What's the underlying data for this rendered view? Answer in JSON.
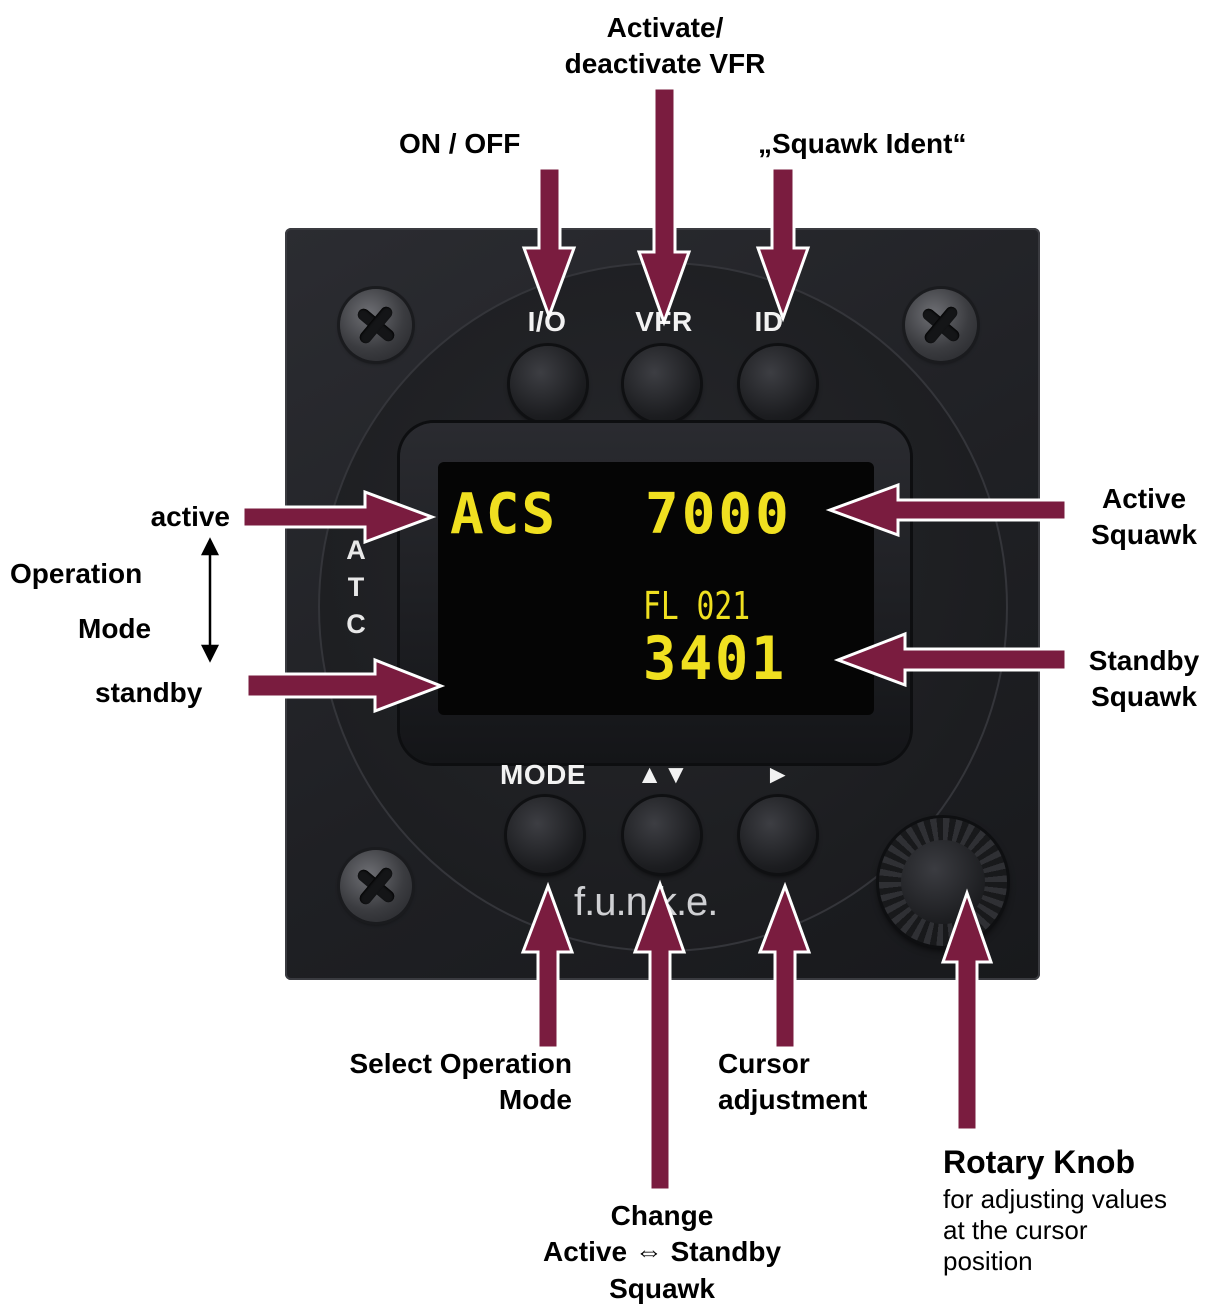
{
  "device": {
    "brand": "f.u.n.k.e.",
    "side_letters": [
      "A",
      "T",
      "C"
    ],
    "top_buttons": [
      {
        "id": "onoff",
        "label": "I/O"
      },
      {
        "id": "vfr",
        "label": "VFR"
      },
      {
        "id": "ident",
        "label": "ID"
      }
    ],
    "bottom_buttons": [
      {
        "id": "mode",
        "label": "MODE"
      },
      {
        "id": "swap",
        "label": "▲▼"
      },
      {
        "id": "cursor",
        "label": "►"
      }
    ],
    "display": {
      "operation_mode": "ACS",
      "active_squawk": "7000",
      "flight_level": "FL 021",
      "standby_squawk": "3401",
      "text_color": "#f0e020"
    }
  },
  "annotations": {
    "on_off": "ON / OFF",
    "vfr_line1": "Activate/",
    "vfr_line2": "deactivate VFR",
    "ident": "„Squawk Ident“",
    "active": "active",
    "operation": "Operation",
    "mode": "Mode",
    "standby": "standby",
    "active_squawk_line1": "Active",
    "active_squawk_line2": "Squawk",
    "standby_squawk_line1": "Standby",
    "standby_squawk_line2": "Squawk",
    "select_mode_line1": "Select Operation",
    "select_mode_line2": "Mode",
    "cursor_line1": "Cursor",
    "cursor_line2": "adjustment",
    "change_line1": "Change",
    "change_line2": "Active ⇔ Standby",
    "change_line3": "Squawk",
    "rotary_title": "Rotary Knob",
    "rotary_line1": "for adjusting values",
    "rotary_line2": "at the cursor",
    "rotary_line3": "position"
  },
  "colors": {
    "arrow_fill": "#7a1c3f",
    "arrow_outline": "#ffffff"
  }
}
